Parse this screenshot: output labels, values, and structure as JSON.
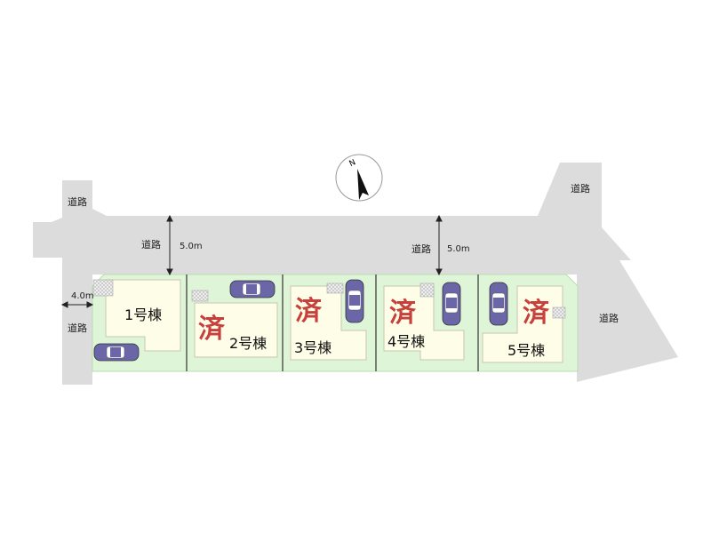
{
  "colors": {
    "road": "#dcdcdc",
    "lot": "#dff5d8",
    "building": "#fdfde8",
    "car": "#6a66a8",
    "sold": "#c8403c"
  },
  "compass": {
    "label": "N"
  },
  "roads": {
    "top_left": "道路",
    "top_main": "道路",
    "top_main_right": "道路",
    "top_right": "道路",
    "right": "道路",
    "left": "道路"
  },
  "dimensions": {
    "road_width_left": "5.0m",
    "road_width_right": "5.0m",
    "side_road_width": "4.0m"
  },
  "lots": [
    {
      "label": "1号棟",
      "sold": false
    },
    {
      "label": "2号棟",
      "sold": true,
      "sold_mark": "済"
    },
    {
      "label": "3号棟",
      "sold": true,
      "sold_mark": "済"
    },
    {
      "label": "4号棟",
      "sold": true,
      "sold_mark": "済"
    },
    {
      "label": "5号棟",
      "sold": true,
      "sold_mark": "済"
    }
  ]
}
